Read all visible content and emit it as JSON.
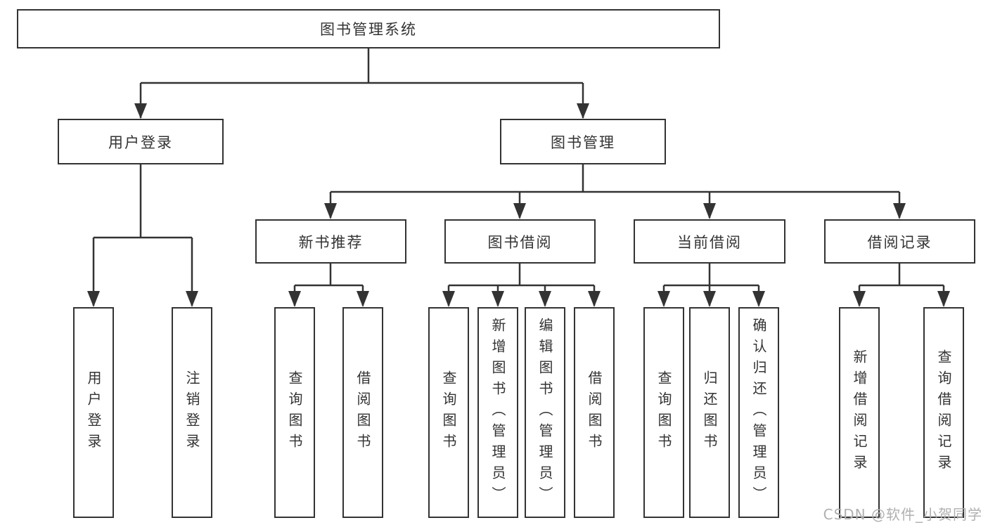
{
  "diagram": {
    "root": {
      "label": "图书管理系统"
    },
    "level2": [
      {
        "label": "用户登录"
      },
      {
        "label": "图书管理"
      }
    ],
    "level3": [
      {
        "label": "新书推荐"
      },
      {
        "label": "图书借阅"
      },
      {
        "label": "当前借阅"
      },
      {
        "label": "借阅记录"
      }
    ],
    "leaves": {
      "user_login": [
        {
          "label": "用户登录"
        },
        {
          "label": "注销登录"
        }
      ],
      "new_book_recommend": [
        {
          "label": "查询图书"
        },
        {
          "label": "借阅图书"
        }
      ],
      "book_borrowing": [
        {
          "label": "查询图书"
        },
        {
          "label": "新增图书（管理员）"
        },
        {
          "label": "编辑图书（管理员）"
        },
        {
          "label": "借阅图书"
        }
      ],
      "current_borrowing": [
        {
          "label": "查询图书"
        },
        {
          "label": "归还图书"
        },
        {
          "label": "确认归还（管理员）"
        }
      ],
      "borrowing_records": [
        {
          "label": "新增借阅记录"
        },
        {
          "label": "查询借阅记录"
        }
      ]
    }
  },
  "watermark": {
    "text": "CSDN @软件_小贺同学"
  },
  "colors": {
    "line": "#333333",
    "text": "#333333",
    "background": "#ffffff",
    "watermark": "#b0b0b0"
  }
}
